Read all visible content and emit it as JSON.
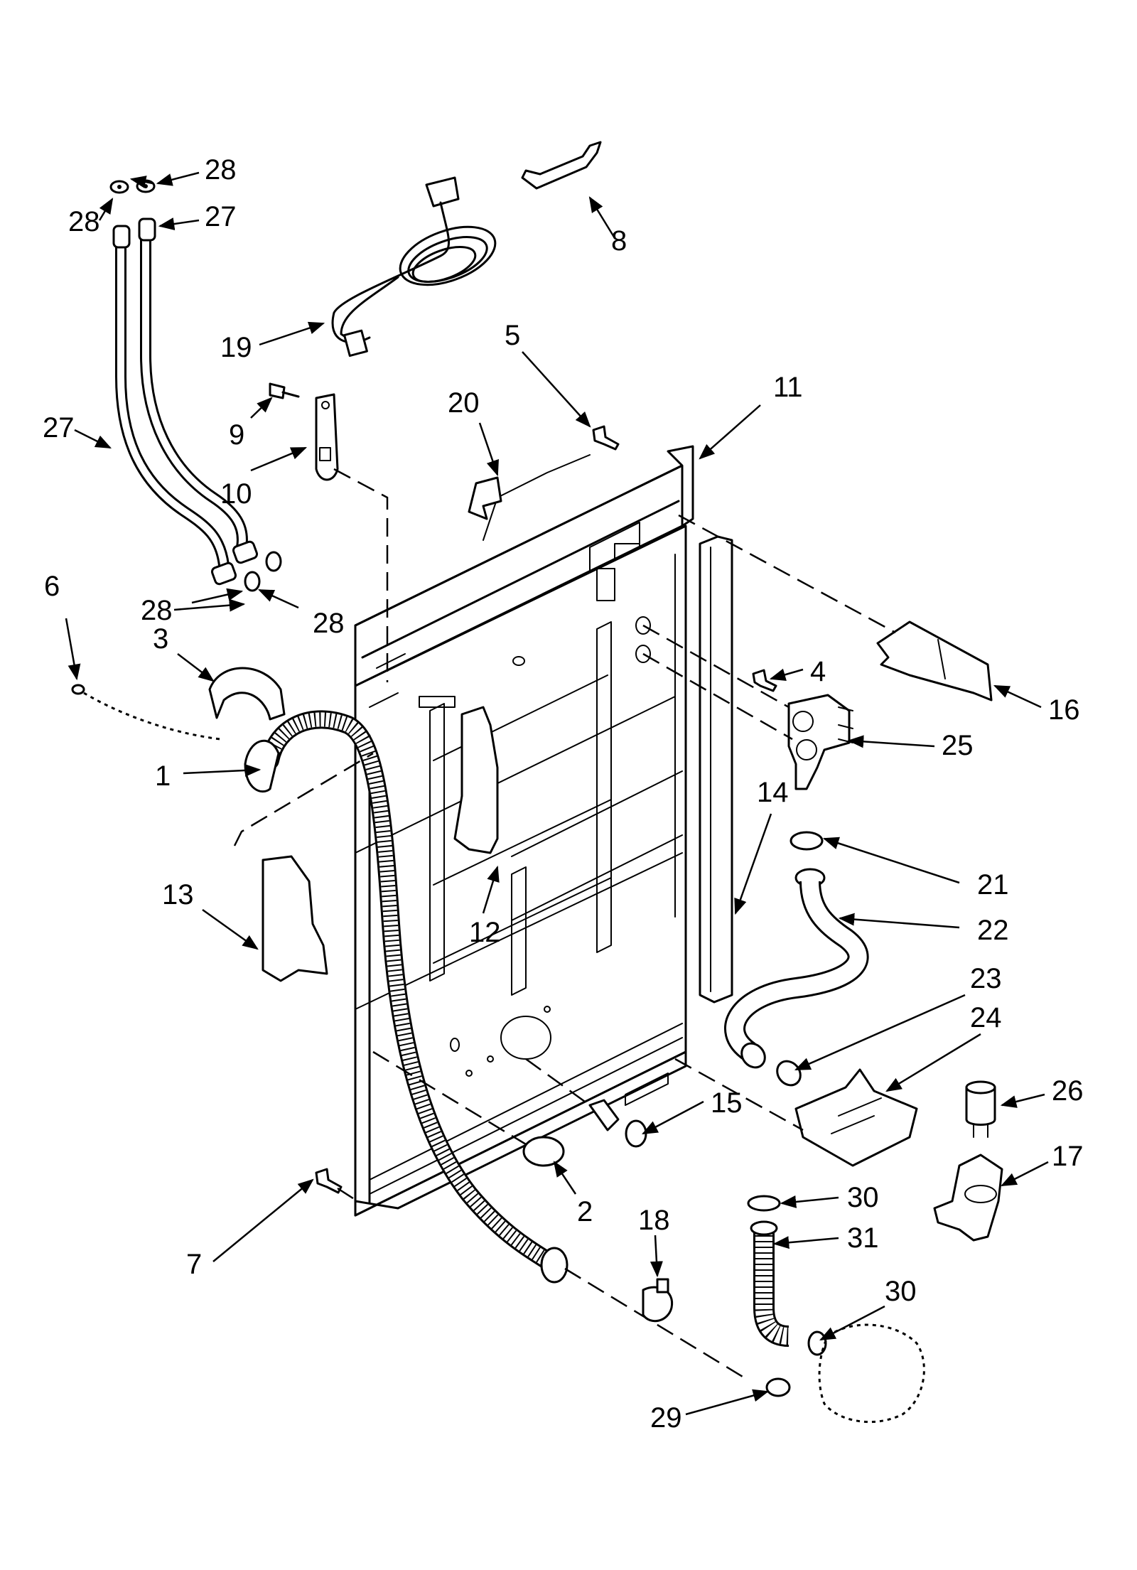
{
  "diagram": {
    "callouts": [
      {
        "key": "1",
        "label": "1"
      },
      {
        "key": "2",
        "label": "2"
      },
      {
        "key": "3",
        "label": "3"
      },
      {
        "key": "4",
        "label": "4"
      },
      {
        "key": "5",
        "label": "5"
      },
      {
        "key": "6",
        "label": "6"
      },
      {
        "key": "7",
        "label": "7"
      },
      {
        "key": "8",
        "label": "8"
      },
      {
        "key": "9",
        "label": "9"
      },
      {
        "key": "10",
        "label": "10"
      },
      {
        "key": "11",
        "label": "11"
      },
      {
        "key": "12",
        "label": "12"
      },
      {
        "key": "13",
        "label": "13"
      },
      {
        "key": "14",
        "label": "14"
      },
      {
        "key": "15",
        "label": "15"
      },
      {
        "key": "16",
        "label": "16"
      },
      {
        "key": "17",
        "label": "17"
      },
      {
        "key": "18",
        "label": "18"
      },
      {
        "key": "19",
        "label": "19"
      },
      {
        "key": "20",
        "label": "20"
      },
      {
        "key": "21",
        "label": "21"
      },
      {
        "key": "22",
        "label": "22"
      },
      {
        "key": "23",
        "label": "23"
      },
      {
        "key": "24",
        "label": "24"
      },
      {
        "key": "25",
        "label": "25"
      },
      {
        "key": "26",
        "label": "26"
      },
      {
        "key": "27a",
        "label": "27"
      },
      {
        "key": "27b",
        "label": "27"
      },
      {
        "key": "28a",
        "label": "28"
      },
      {
        "key": "28b",
        "label": "28"
      },
      {
        "key": "28c",
        "label": "28"
      },
      {
        "key": "28d",
        "label": "28"
      },
      {
        "key": "29",
        "label": "29"
      },
      {
        "key": "30a",
        "label": "30"
      },
      {
        "key": "30b",
        "label": "30"
      },
      {
        "key": "31",
        "label": "31"
      }
    ]
  }
}
